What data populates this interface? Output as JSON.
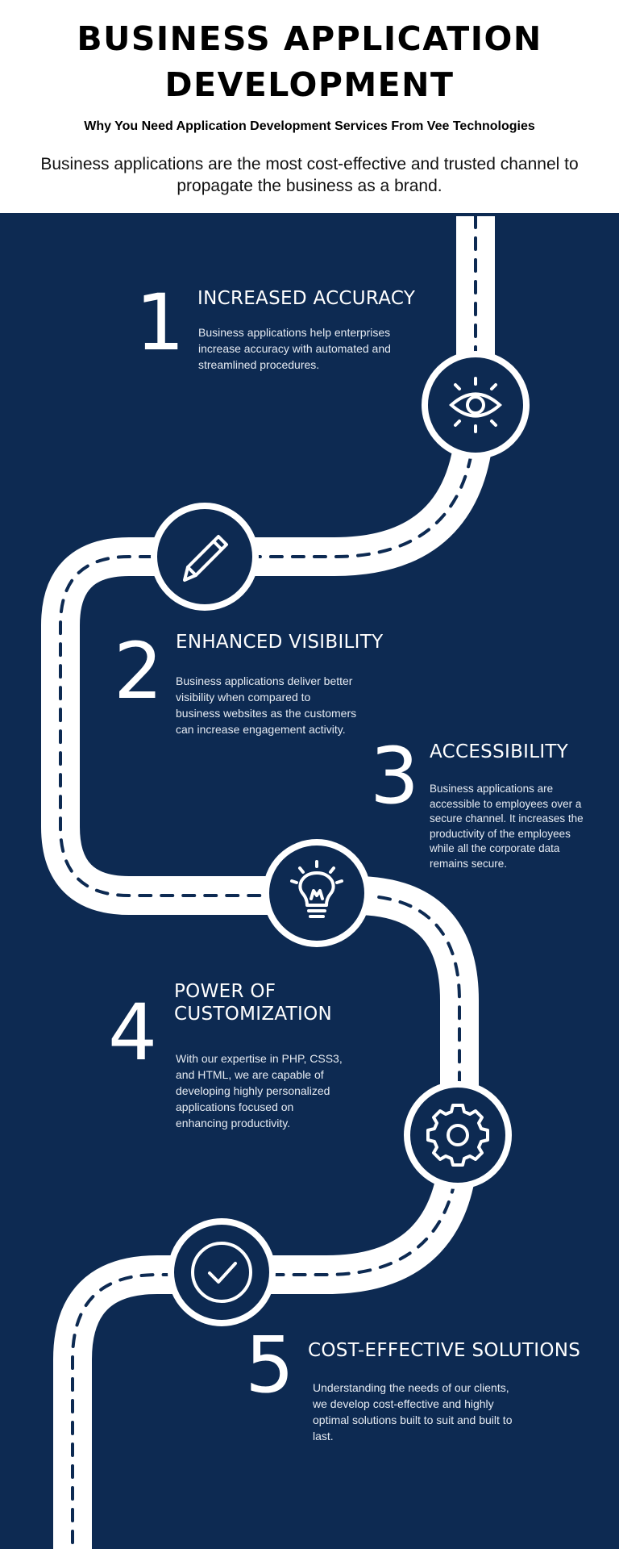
{
  "header": {
    "title_line1": "BUSINESS APPLICATION",
    "title_line2": "DEVELOPMENT",
    "subtitle": "Why You Need Application Development Services From Vee Technologies",
    "intro": "Business applications are the most cost-effective and trusted channel to propagate the business as a brand."
  },
  "colors": {
    "background": "#0d2a52",
    "road": "#ffffff",
    "dash": "#0d2a52",
    "header_bg": "#ffffff"
  },
  "steps": [
    {
      "number": "1",
      "title": "INCREASED ACCURACY",
      "icon": "eye-icon",
      "description": "Business applications help enterprises increase accuracy with automated and streamlined procedures."
    },
    {
      "number": "2",
      "title": "ENHANCED VISIBILITY",
      "icon": "pencil-icon",
      "description": "Business applications deliver better visibility when compared to business websites as the customers can increase engagement activity."
    },
    {
      "number": "3",
      "title": "ACCESSIBILITY",
      "icon": "lightbulb-icon",
      "description": "Business applications are accessible to employees over a secure channel. It increases the productivity of the employees while all the corporate data remains secure."
    },
    {
      "number": "4",
      "title_line1": "POWER OF",
      "title_line2": "CUSTOMIZATION",
      "icon": "gear-icon",
      "description": "With our expertise in PHP, CSS3, and HTML, we are capable of developing highly personalized applications focused on enhancing productivity."
    },
    {
      "number": "5",
      "title": "COST-EFFECTIVE SOLUTIONS",
      "icon": "checkmark-icon",
      "description": "Understanding the needs of our clients, we develop cost-effective and highly optimal solutions built to suit and built to last."
    }
  ]
}
